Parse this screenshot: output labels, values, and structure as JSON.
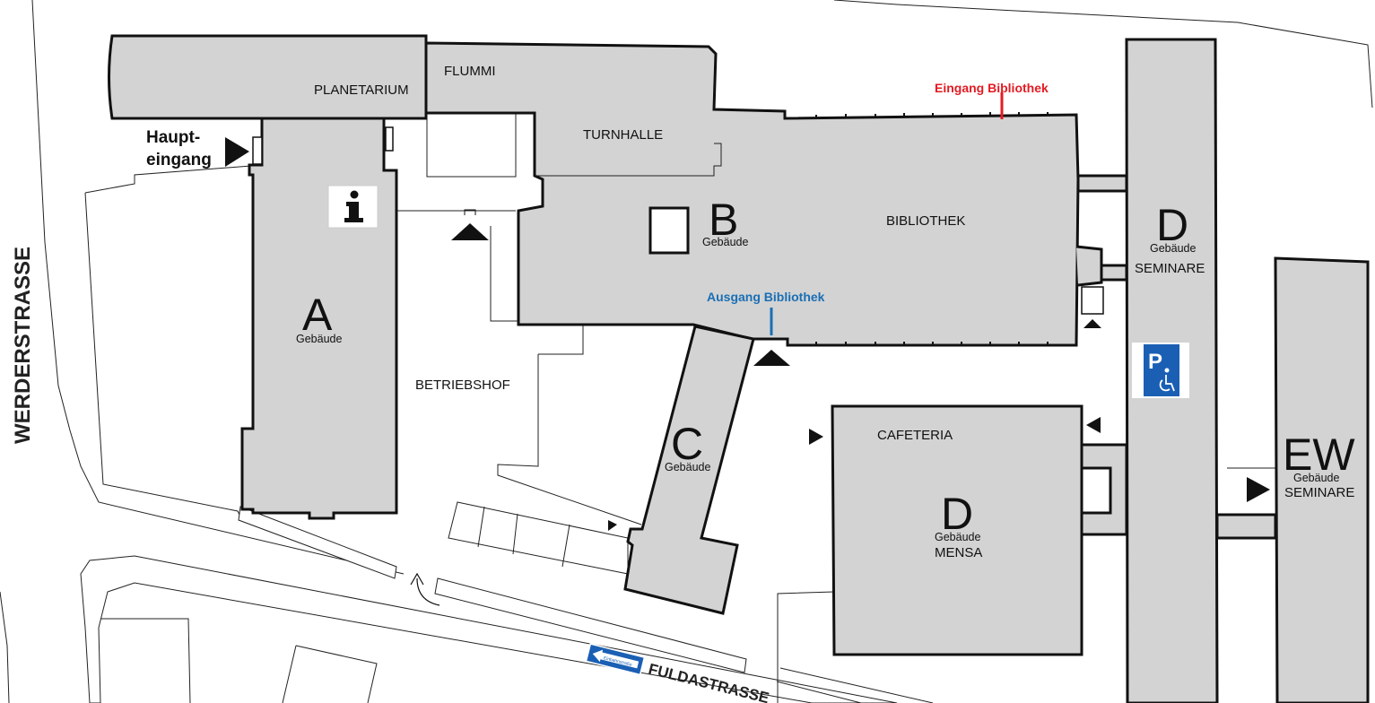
{
  "streets": {
    "werder": "WERDERSTRASSE",
    "fulda": "FULDASTRASSE"
  },
  "entrances": {
    "main_line1": "Haupt-",
    "main_line2": "eingang",
    "library_entry": "Eingang Bibliothek",
    "library_exit": "Ausgang Bibliothek"
  },
  "rooms": {
    "planetarium": "PLANETARIUM",
    "flummi": "FLUMMI",
    "turnhalle": "TURNHALLE",
    "bibliothek": "BIBLIOTHEK",
    "betriebshof": "BETRIEBSHOF",
    "cafeteria": "CAFETERIA",
    "mensa": "MENSA",
    "seminare_d": "SEMINARE",
    "seminare_ew": "SEMINARE"
  },
  "buildings": {
    "a_letter": "A",
    "b_letter": "B",
    "c_letter": "C",
    "d_letter": "D",
    "d2_letter": "D",
    "ew_letter": "EW",
    "suffix": "Gebäude"
  },
  "signs": {
    "info": "i",
    "parking": "P",
    "one_way": "Einbahnstraße"
  },
  "colors": {
    "building": "#d3d3d3",
    "library_entry": "#e31b23",
    "library_exit": "#1a6fb5",
    "parking_sign": "#1a5fb4"
  }
}
